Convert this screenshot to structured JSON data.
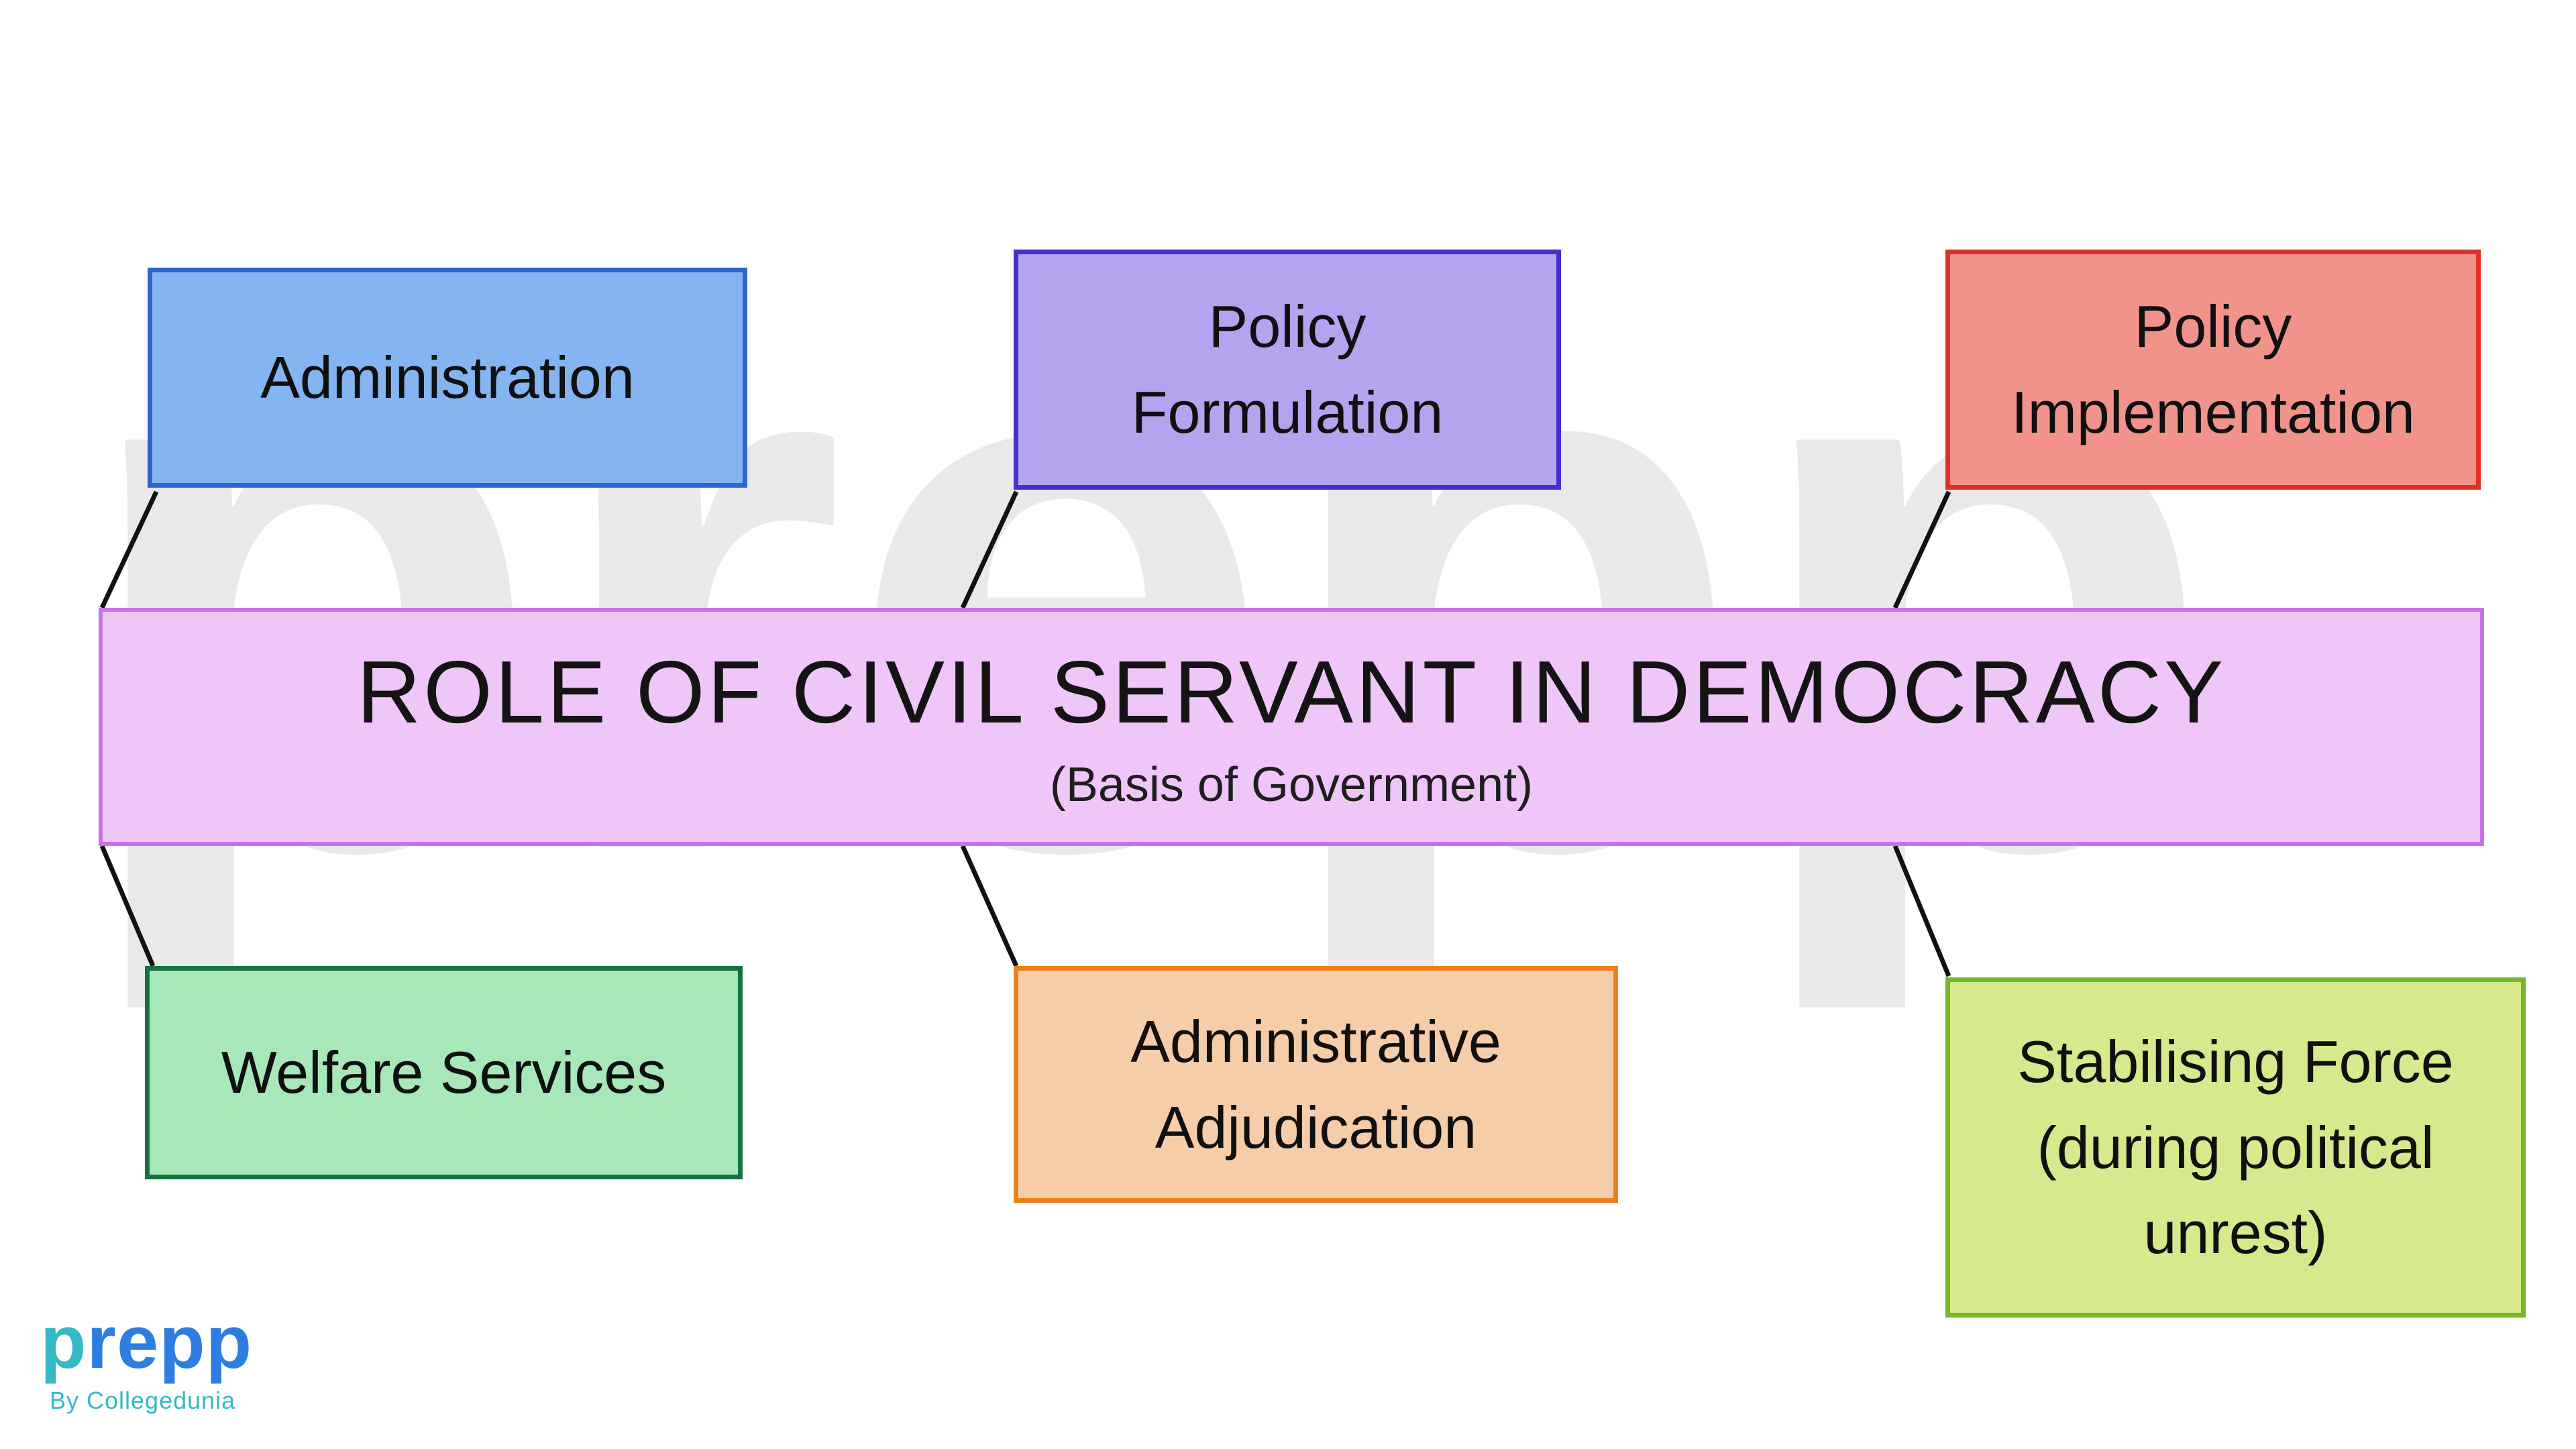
{
  "banner": {
    "title": "ROLE OF CIVIL SERVANT IN DEMOCRACY",
    "subtitle": "(Basis of Government)",
    "fill": "#eec6f8",
    "border": "#c873e6"
  },
  "nodes": [
    {
      "id": "administration",
      "label": "Administration",
      "fill": "#85b5f0",
      "border": "#2e66d0"
    },
    {
      "id": "policy-formulation",
      "label": "Policy\nFormulation",
      "fill": "#b6a3ef",
      "border": "#4430cf"
    },
    {
      "id": "policy-implementation",
      "label": "Policy\nImplementation",
      "fill": "#f2938b",
      "border": "#e03128"
    },
    {
      "id": "welfare-services",
      "label": "Welfare Services",
      "fill": "#a8e7b8",
      "border": "#15713f"
    },
    {
      "id": "administrative-adjudication",
      "label": "Administrative\nAdjudication",
      "fill": "#f5cda9",
      "border": "#e8821e"
    },
    {
      "id": "stabilising-force",
      "label": "Stabilising Force\n(during political\nunrest)",
      "fill": "#d6e98c",
      "border": "#74b62c"
    }
  ],
  "watermark": "prepp",
  "logo": {
    "brand": "prepp",
    "tagline": "By Collegedunia",
    "brand_color": "#2e7de1",
    "accent_color": "#35b9c6"
  }
}
